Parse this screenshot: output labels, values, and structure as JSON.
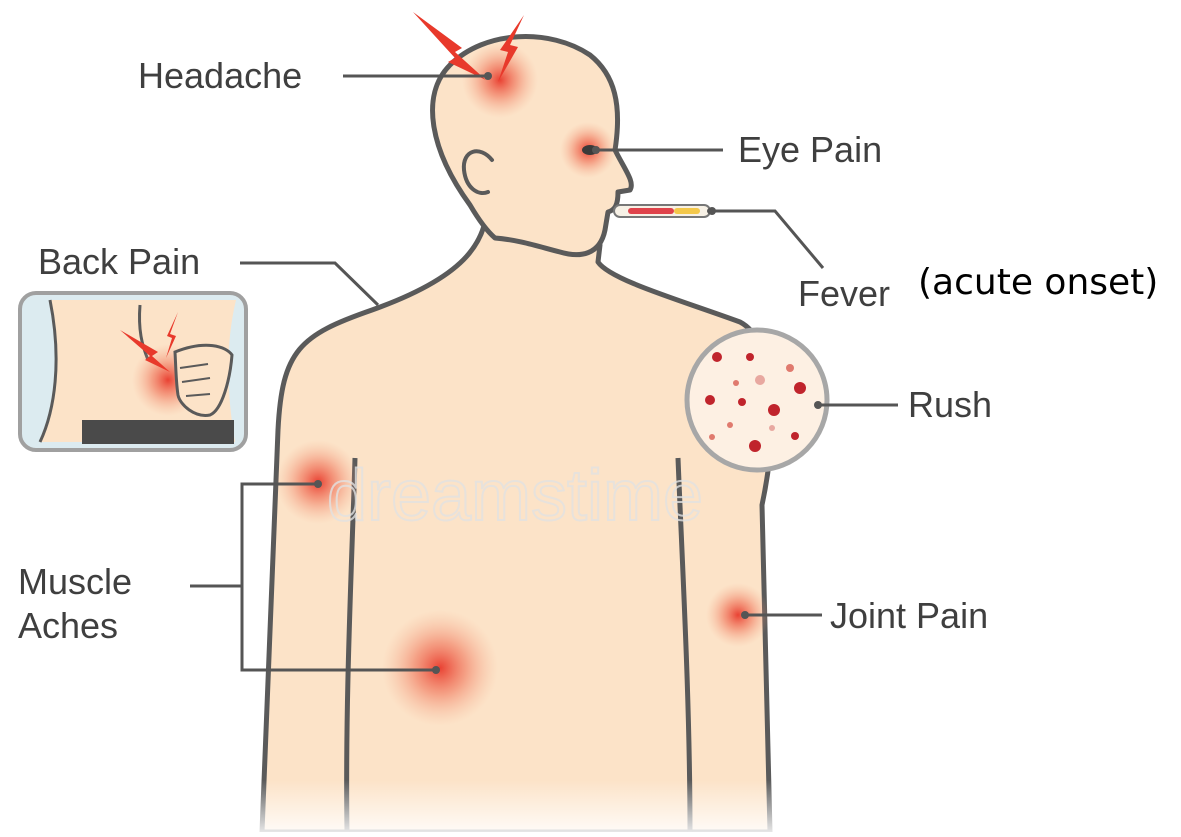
{
  "labels": {
    "headache": "Headache",
    "eye_pain": "Eye Pain",
    "back_pain": "Back Pain",
    "fever": "Fever",
    "fever_note": "(acute onset)",
    "rush": "Rush",
    "muscle_line1": "Muscle",
    "muscle_line2": "Aches",
    "joint_pain": "Joint Pain"
  },
  "watermark": "dreamstime",
  "colors": {
    "skin": "#fce3c8",
    "outline": "#5a5a5a",
    "pain_red": "#e8392b",
    "label_text": "#3f3f3f",
    "leader_line": "#555555"
  }
}
